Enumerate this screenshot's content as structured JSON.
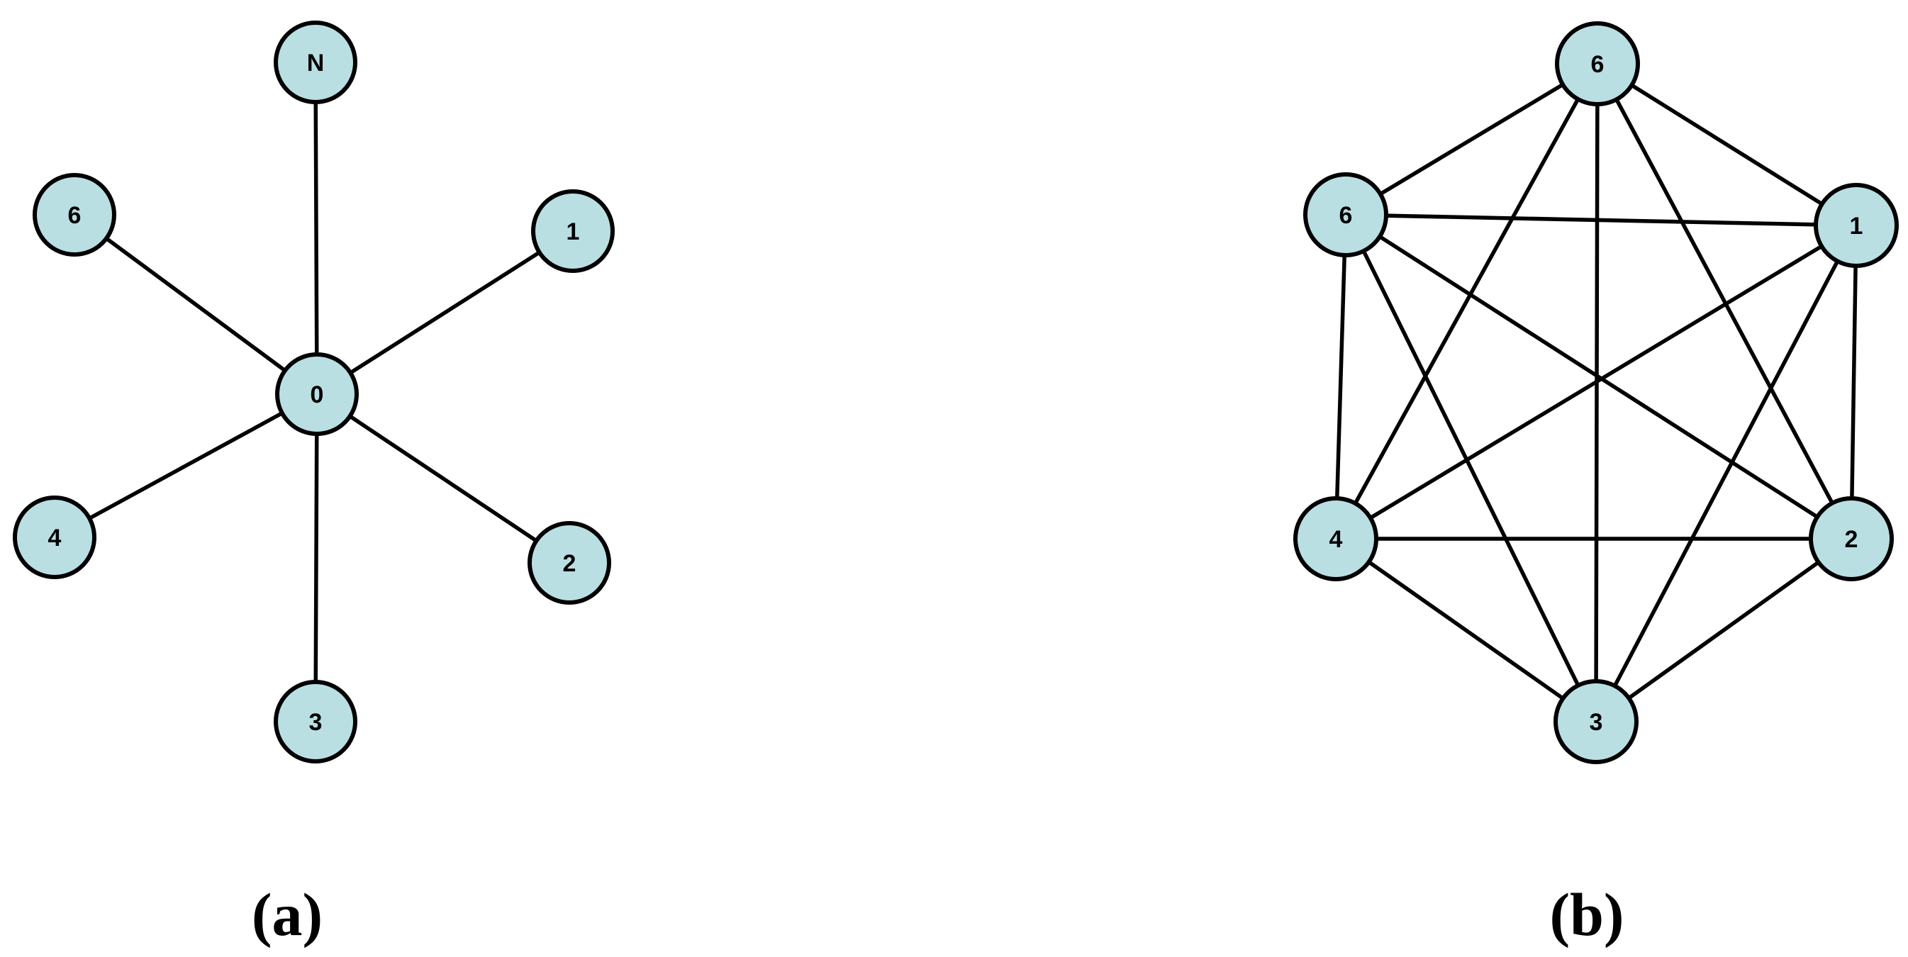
{
  "panels": [
    {
      "id": "a",
      "label": "(a)",
      "node_fill": "#b9dfe3",
      "nodes": [
        {
          "id": "N",
          "label": "N"
        },
        {
          "id": "6",
          "label": "6"
        },
        {
          "id": "1",
          "label": "1"
        },
        {
          "id": "0",
          "label": "0"
        },
        {
          "id": "4",
          "label": "4"
        },
        {
          "id": "2",
          "label": "2"
        },
        {
          "id": "3",
          "label": "3"
        }
      ],
      "edges": [
        [
          "0",
          "N"
        ],
        [
          "0",
          "6"
        ],
        [
          "0",
          "1"
        ],
        [
          "0",
          "4"
        ],
        [
          "0",
          "2"
        ],
        [
          "0",
          "3"
        ]
      ]
    },
    {
      "id": "b",
      "label": "(b)",
      "node_fill": "#b9dfe3",
      "nodes": [
        {
          "id": "top",
          "label": "6"
        },
        {
          "id": "ul",
          "label": "6"
        },
        {
          "id": "ur",
          "label": "1"
        },
        {
          "id": "ll",
          "label": "4"
        },
        {
          "id": "lr",
          "label": "2"
        },
        {
          "id": "bot",
          "label": "3"
        }
      ],
      "edges": [
        [
          "top",
          "ul"
        ],
        [
          "top",
          "ur"
        ],
        [
          "top",
          "ll"
        ],
        [
          "top",
          "lr"
        ],
        [
          "top",
          "bot"
        ],
        [
          "ul",
          "ur"
        ],
        [
          "ul",
          "ll"
        ],
        [
          "ul",
          "lr"
        ],
        [
          "ul",
          "bot"
        ],
        [
          "ur",
          "ll"
        ],
        [
          "ur",
          "lr"
        ],
        [
          "ur",
          "bot"
        ],
        [
          "ll",
          "lr"
        ],
        [
          "ll",
          "bot"
        ],
        [
          "lr",
          "bot"
        ]
      ]
    }
  ]
}
